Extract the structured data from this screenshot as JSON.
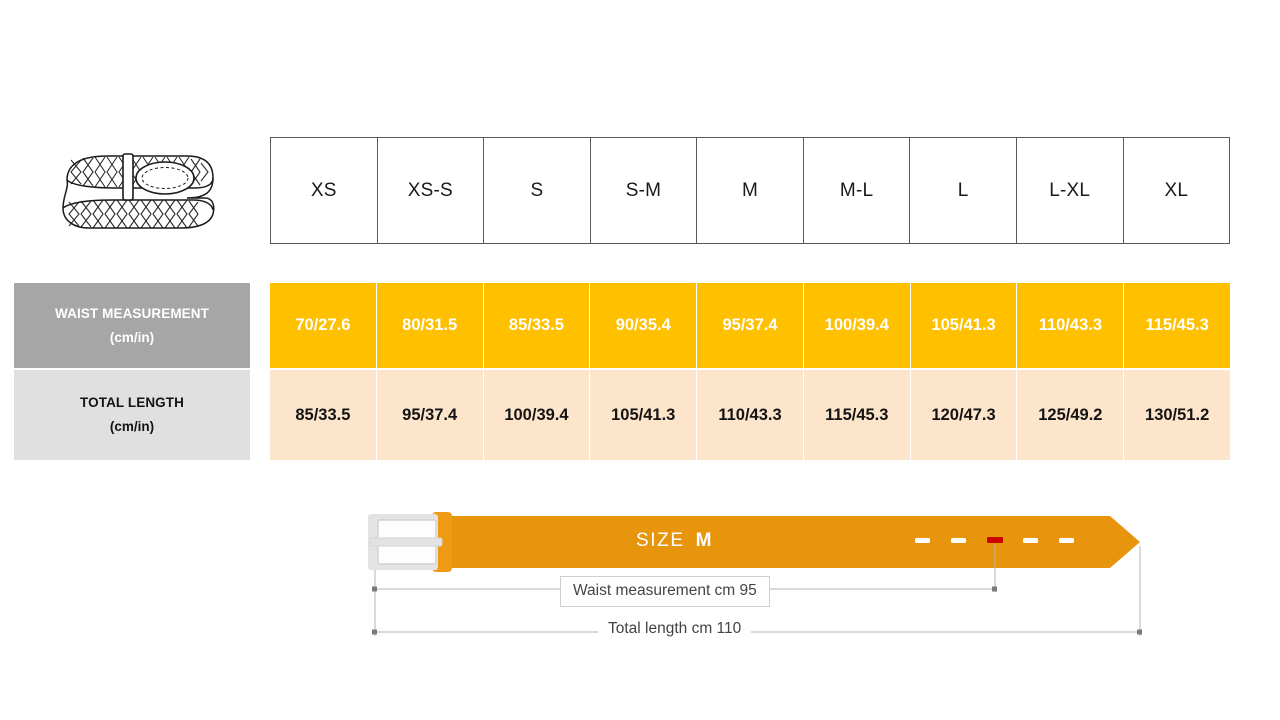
{
  "product": {
    "icon": "braided-belt-illustration"
  },
  "table": {
    "size_headers": [
      "XS",
      "XS-S",
      "S",
      "S-M",
      "M",
      "M-L",
      "L",
      "L-XL",
      "XL"
    ],
    "rows": [
      {
        "label_line1": "WAIST MEASUREMENT",
        "label_line2": "(cm/in)",
        "label_bg": "#a6a6a6",
        "cell_bg": "#ffc000",
        "values": [
          "70/27.6",
          "80/31.5",
          "85/33.5",
          "90/35.4",
          "95/37.4",
          "100/39.4",
          "105/41.3",
          "110/43.3",
          "115/45.3"
        ]
      },
      {
        "label_line1": "TOTAL LENGTH",
        "label_line2": "(cm/in)",
        "label_bg": "#e0e0e0",
        "cell_bg": "#fce5cb",
        "values": [
          "85/33.5",
          "95/37.4",
          "100/39.4",
          "105/41.3",
          "110/43.3",
          "115/45.3",
          "120/47.3",
          "125/49.2",
          "130/51.2"
        ]
      }
    ]
  },
  "diagram": {
    "size_label": "SIZE",
    "size_value": "M",
    "waist_dimension": "Waist measurement cm 95",
    "total_dimension": "Total length cm 110",
    "belt_color": "#e8950e",
    "buckle_color": "#e0e0e0",
    "active_hole_color": "#cc0000",
    "holes": [
      "hole-1",
      "hole-2",
      "hole-3-active",
      "hole-4",
      "hole-5"
    ]
  }
}
